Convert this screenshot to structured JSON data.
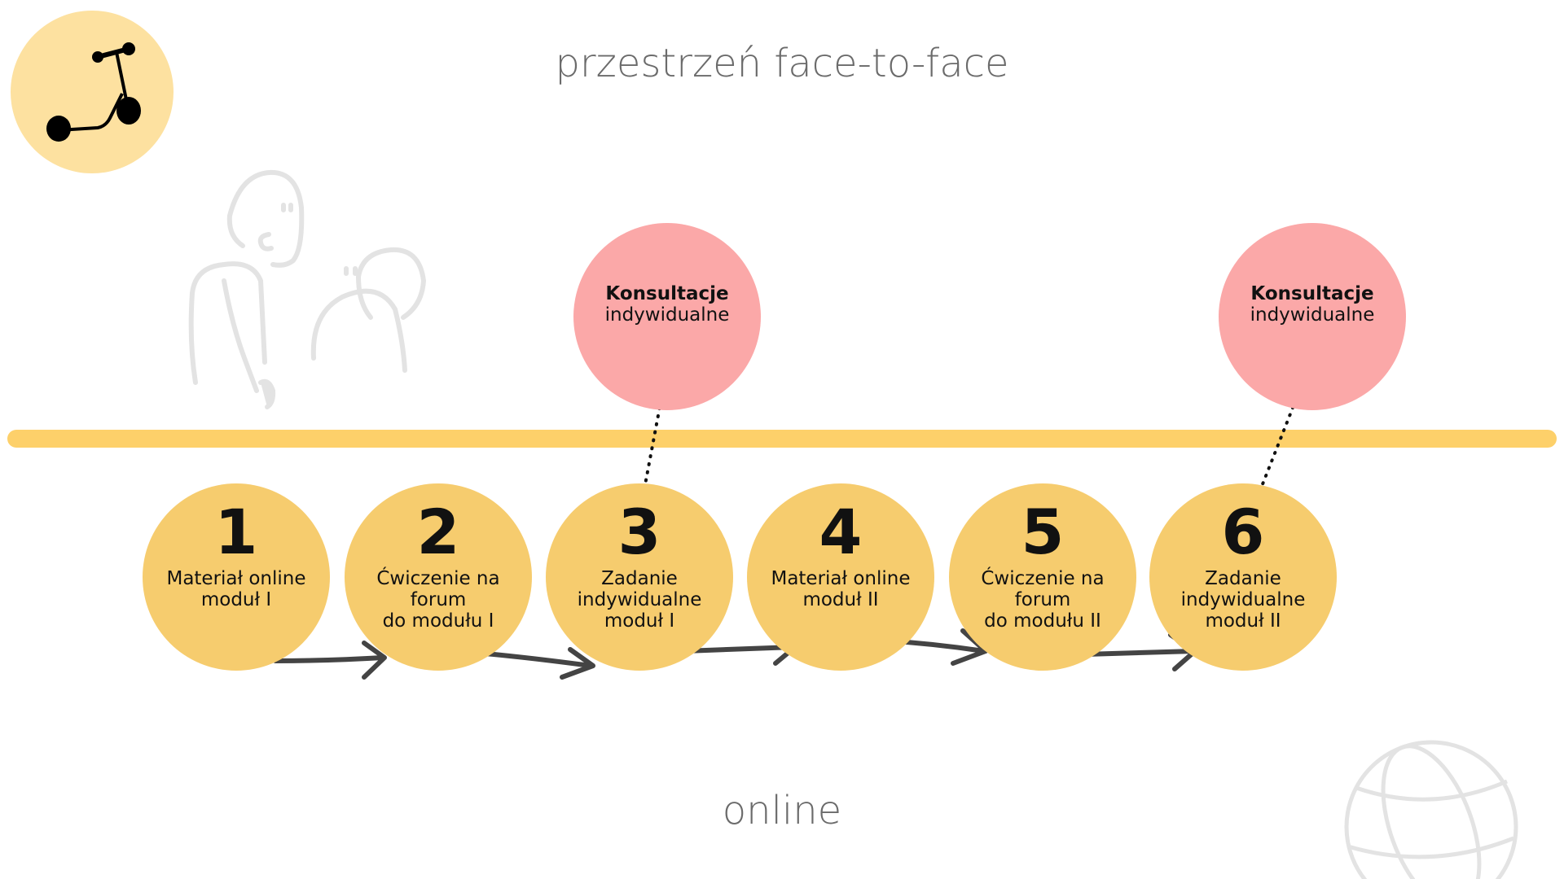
{
  "header": {
    "title": "przestrzeń face-to-face"
  },
  "footer": {
    "title": "online"
  },
  "colors": {
    "timeline": "#fdd06a",
    "step": "#f6cc6e",
    "consultation": "#fba8a8",
    "logo_bg": "#fde1a0",
    "arrow": "#444444"
  },
  "consultations": [
    {
      "bold": "Konsultacje",
      "text": "indywidualne",
      "linked_step": 3
    },
    {
      "bold": "Konsultacje",
      "text": "indywidualne",
      "linked_step": 6
    }
  ],
  "steps": [
    {
      "number": "1",
      "lines": [
        "Materiał online",
        "moduł I"
      ]
    },
    {
      "number": "2",
      "lines": [
        "Ćwiczenie na forum",
        "do modułu I"
      ]
    },
    {
      "number": "3",
      "lines": [
        "Zadanie",
        "indywidualne",
        "moduł I"
      ]
    },
    {
      "number": "4",
      "lines": [
        "Materiał online",
        "moduł II"
      ]
    },
    {
      "number": "5",
      "lines": [
        "Ćwiczenie na forum",
        "do modułu II"
      ]
    },
    {
      "number": "6",
      "lines": [
        "Zadanie",
        "indywidualne",
        "moduł II"
      ]
    }
  ],
  "icons": [
    "scooter-icon",
    "people-icon",
    "globe-icon",
    "arrow-icon"
  ]
}
